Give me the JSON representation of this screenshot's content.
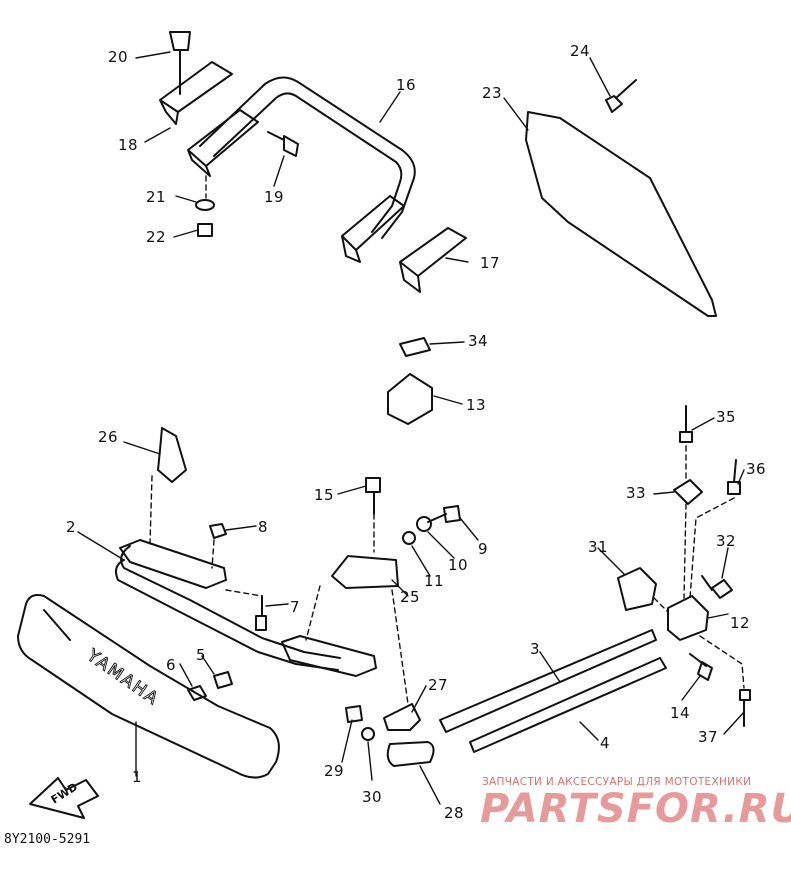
{
  "diagram": {
    "callouts": [
      "1",
      "2",
      "3",
      "4",
      "5",
      "6",
      "7",
      "8",
      "9",
      "10",
      "11",
      "12",
      "13",
      "14",
      "15",
      "16",
      "17",
      "18",
      "19",
      "20",
      "21",
      "22",
      "23",
      "24",
      "25",
      "26",
      "27",
      "28",
      "29",
      "30",
      "31",
      "32",
      "33",
      "34",
      "35",
      "36",
      "37"
    ],
    "bumper_text": "YAMAHA",
    "fwd_text": "FWD",
    "diagram_code": "8Y2100-5291"
  },
  "watermark": {
    "tagline": "ЗАПЧАСТИ И АКСЕССУАРЫ ДЛЯ МОТОТЕХНИКИ",
    "logo": "PARTSFOR.RU"
  }
}
